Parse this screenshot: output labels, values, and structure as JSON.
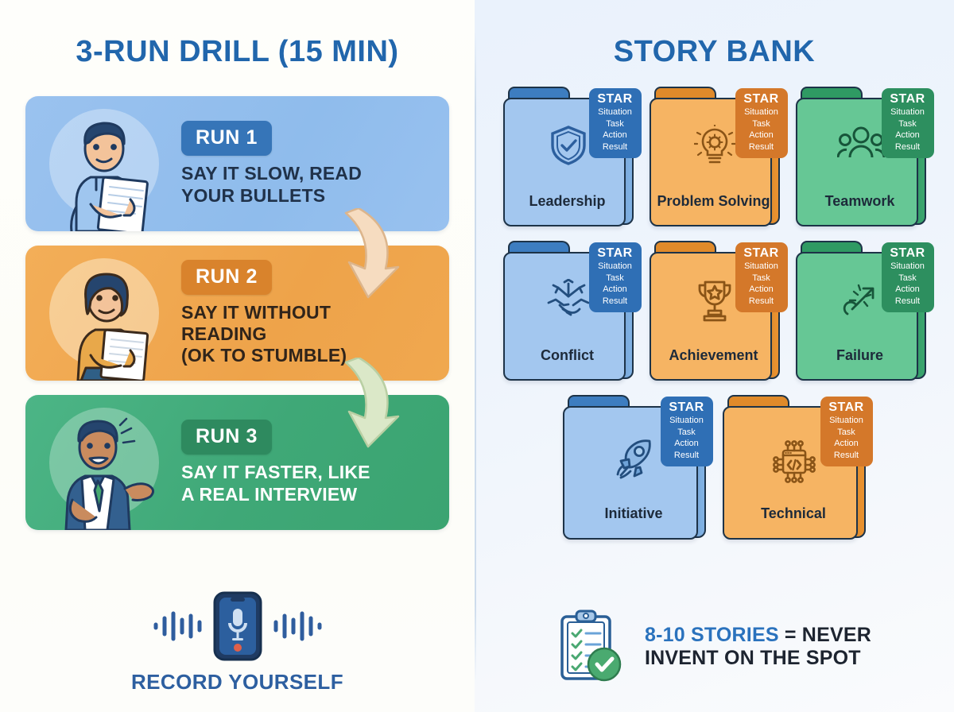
{
  "left": {
    "title": "3-RUN DRILL (15 MIN)",
    "runs": [
      {
        "badge": "RUN 1",
        "lines": [
          "SAY IT SLOW, READ",
          "YOUR BULLETS"
        ],
        "color": "#9ac2ef",
        "badge_color": "#3675b8",
        "art": "man-reading-notes"
      },
      {
        "badge": "RUN 2",
        "lines": [
          "SAY IT WITHOUT",
          "READING",
          "(OK TO STUMBLE)"
        ],
        "color": "#f0a84f",
        "badge_color": "#d9832c",
        "art": "woman-holding-notes"
      },
      {
        "badge": "RUN 3",
        "lines": [
          "SAY IT FASTER, LIKE",
          "A REAL INTERVIEW"
        ],
        "color": "#3ba471",
        "badge_color": "#2e8a5f",
        "art": "man-speaking-suit"
      }
    ],
    "record": {
      "label": "RECORD YOURSELF",
      "icon": "phone-voice-recorder-icon",
      "accent": "#2d5fa0",
      "rec_dot_color": "#e0604a"
    }
  },
  "right": {
    "title": "STORY BANK",
    "star_badge": {
      "title": "STAR",
      "lines": [
        "Situation",
        "Task",
        "Action",
        "Result"
      ]
    },
    "folders": [
      {
        "label": "Leadership",
        "icon": "shield-check-icon",
        "color": "blue",
        "hex": "#a3c7ef"
      },
      {
        "label": "Problem Solving",
        "icon": "lightbulb-gear-icon",
        "color": "orange",
        "hex": "#f6b463"
      },
      {
        "label": "Teamwork",
        "icon": "people-group-icon",
        "color": "green",
        "hex": "#66c795"
      },
      {
        "label": "Conflict",
        "icon": "handshake-arrows-icon",
        "color": "blue",
        "hex": "#a3c7ef"
      },
      {
        "label": "Achievement",
        "icon": "trophy-star-icon",
        "color": "orange",
        "hex": "#f6b463"
      },
      {
        "label": "Failure",
        "icon": "bounce-arrow-icon",
        "color": "green",
        "hex": "#66c795"
      },
      {
        "label": "Initiative",
        "icon": "rocket-icon",
        "color": "blue",
        "hex": "#a3c7ef"
      },
      {
        "label": "Technical",
        "icon": "microchip-code-icon",
        "color": "orange",
        "hex": "#f6b463"
      }
    ],
    "footer": {
      "icon": "clipboard-checklist-icon",
      "line1_highlight": "8-10 STORIES",
      "line1_rest": " = NEVER",
      "line2": "INVENT ON THE SPOT",
      "highlight_color": "#2a72bd"
    }
  }
}
